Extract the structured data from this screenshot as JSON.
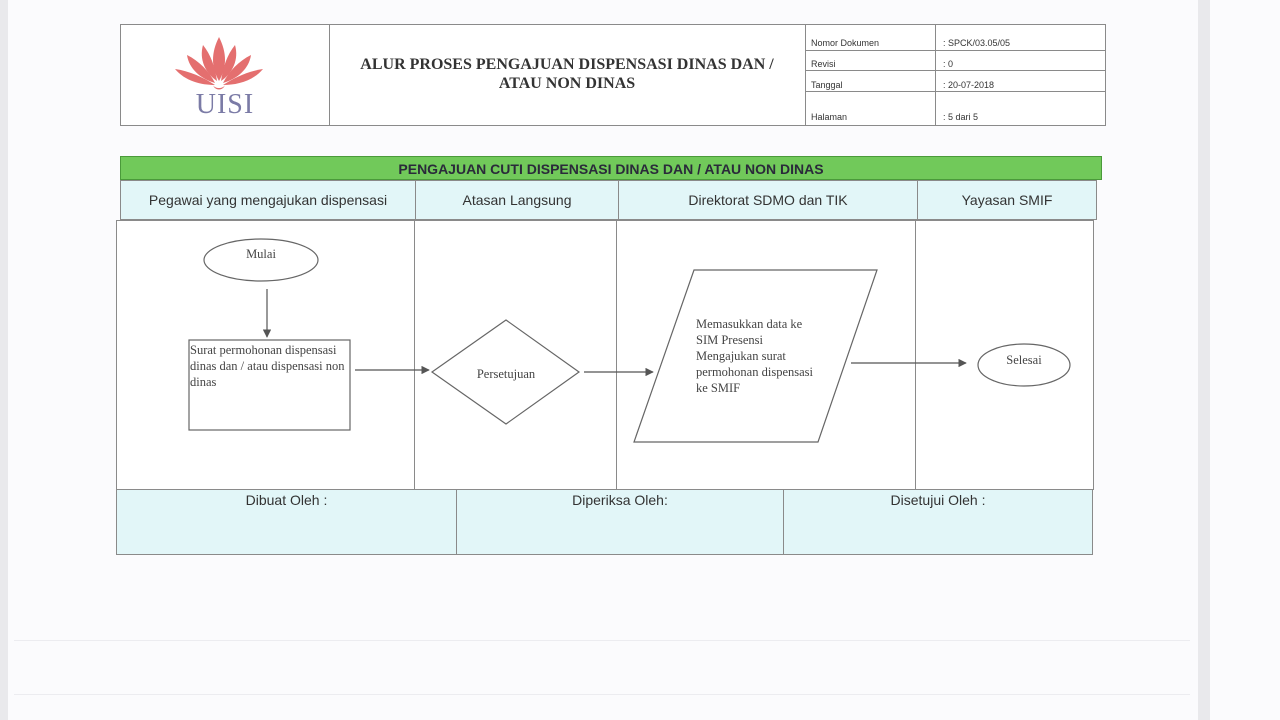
{
  "document": {
    "title": "ALUR PROSES PENGAJUAN DISPENSASI DINAS DAN / ATAU NON DINAS",
    "logo_text": "UISI",
    "logo_color": "#e46f6f",
    "meta": [
      {
        "label": "Nomor Dokumen",
        "value": ": SPCK/03.05/05"
      },
      {
        "label": "Revisi",
        "value": ": 0"
      },
      {
        "label": "Tanggal",
        "value": ": 20-07-2018"
      },
      {
        "label": "Halaman",
        "value": ": 5 dari 5"
      }
    ]
  },
  "flowchart": {
    "banner": "PENGAJUAN CUTI DISPENSASI DINAS DAN / ATAU NON DINAS",
    "lanes": [
      "Pegawai yang mengajukan dispensasi",
      "Atasan Langsung",
      "Direktorat SDMO dan TIK",
      "Yayasan SMIF"
    ],
    "nodes": {
      "start": "Mulai",
      "request": "Surat permohonan dispensasi dinas dan / atau dispensasi non dinas",
      "approval": "Persetujuan",
      "input": "Memasukkan data ke SIM Presensi Mengajukan surat permohonan dispensasi ke SMIF",
      "end": "Selesai"
    },
    "signatures": [
      "Dibuat Oleh :",
      "Diperiksa Oleh:",
      "Disetujui Oleh :"
    ]
  }
}
